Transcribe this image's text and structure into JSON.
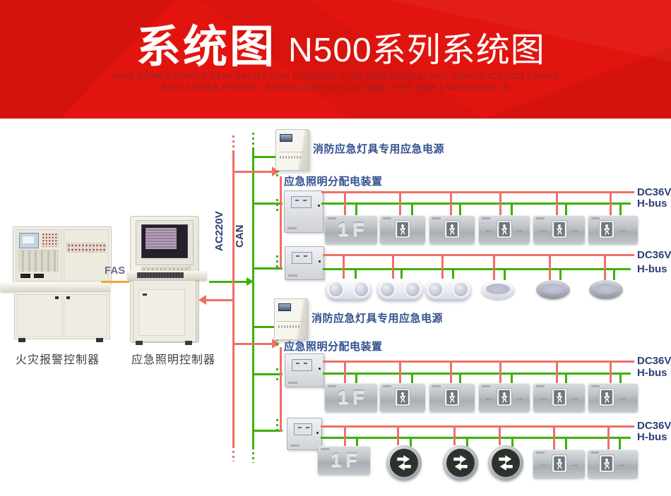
{
  "header": {
    "title": "系统图",
    "subtitle": "N500系列系统图",
    "english_line1": "N500 SERIES POWER CENTRALIZATION CONTROL TYPE FIRE EMERGENCY IDENTIFICATION LAMPS",
    "english_line2": "N500 SERIES POWER CENTRALIZATION CONTROL TYPE FIRE EMERGENCY ID"
  },
  "labels": {
    "fire_alarm_controller": "火灾报警控制器",
    "emergency_lighting_controller": "应急照明控制器",
    "fas": "FAS",
    "ac220v": "AC220V",
    "can": "CAN",
    "dc36v": "DC36V",
    "h_bus": "H-bus",
    "power_supply": "消防应急灯具专用应急电源",
    "distribution": "应急照明分配电装置",
    "floor_sign": "1F"
  },
  "icons": {
    "arrow_left": "←",
    "arrow_right": "→"
  },
  "colors": {
    "header_red": "#e2140f",
    "wire_red": "#ee7066",
    "wire_green": "#3eb006",
    "fas_orange": "#f2a52f",
    "bus_label_blue": "#2e4076",
    "chinese_label_blue": "#32508f",
    "caption_gray": "#3f3f3f"
  },
  "diagram": {
    "groups": [
      {
        "power_supply": "消防应急灯具专用应急电源",
        "distribution": "应急照明分配电装置"
      },
      {
        "power_supply": "消防应急灯具专用应急电源",
        "distribution": "应急照明分配电装置"
      }
    ],
    "rows": [
      {
        "bus": [
          "DC36V",
          "H-bus"
        ],
        "devices": [
          "floor-sign-1F",
          "exit-sign-man",
          "exit-sign-man",
          "exit-sign-double-arrow",
          "exit-sign-double-arrow",
          "exit-sign-right-arrow"
        ]
      },
      {
        "bus": [
          "DC36V",
          "H-bus"
        ],
        "devices": [
          "twin-spot-lamp",
          "twin-spot-lamp",
          "twin-spot-lamp",
          "downlight",
          "downlight",
          "downlight"
        ]
      },
      {
        "bus": [
          "DC36V",
          "H-bus"
        ],
        "devices": [
          "floor-sign-1F",
          "exit-sign-man",
          "exit-sign-man",
          "exit-sign-double-arrow",
          "exit-sign-double-arrow",
          "exit-sign-right-arrow"
        ]
      },
      {
        "bus": [
          "DC36V",
          "H-bus"
        ],
        "devices": [
          "floor-sign-1F",
          "round-evacuation-sign",
          "round-evacuation-sign",
          "round-evacuation-sign",
          "exit-sign-double-arrow",
          "exit-sign-right-arrow"
        ]
      }
    ]
  }
}
